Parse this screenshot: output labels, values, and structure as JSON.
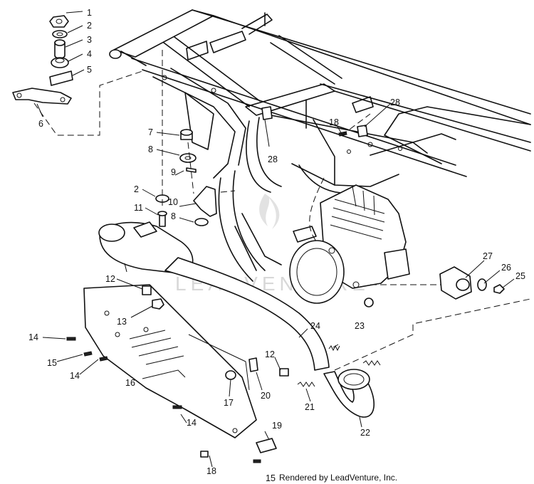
{
  "diagram": {
    "watermark": "LEADVENTURE",
    "credit": "Rendered by LeadVenture, Inc.",
    "callouts": [
      {
        "id": "c1",
        "label": "1"
      },
      {
        "id": "c2",
        "label": "2"
      },
      {
        "id": "c3",
        "label": "3"
      },
      {
        "id": "c4",
        "label": "4"
      },
      {
        "id": "c5",
        "label": "5"
      },
      {
        "id": "c6",
        "label": "6"
      },
      {
        "id": "c7",
        "label": "7"
      },
      {
        "id": "c8a",
        "label": "8"
      },
      {
        "id": "c9",
        "label": "9"
      },
      {
        "id": "c2b",
        "label": "2"
      },
      {
        "id": "c10",
        "label": "10"
      },
      {
        "id": "c11",
        "label": "11"
      },
      {
        "id": "c8b",
        "label": "8"
      },
      {
        "id": "c12a",
        "label": "12"
      },
      {
        "id": "c13",
        "label": "13"
      },
      {
        "id": "c14a",
        "label": "14"
      },
      {
        "id": "c15a",
        "label": "15"
      },
      {
        "id": "c14b",
        "label": "14"
      },
      {
        "id": "c16",
        "label": "16"
      },
      {
        "id": "c17",
        "label": "17"
      },
      {
        "id": "c14c",
        "label": "14"
      },
      {
        "id": "c12b",
        "label": "12"
      },
      {
        "id": "c20",
        "label": "20"
      },
      {
        "id": "c21",
        "label": "21"
      },
      {
        "id": "c22",
        "label": "22"
      },
      {
        "id": "c23",
        "label": "23"
      },
      {
        "id": "c24",
        "label": "24"
      },
      {
        "id": "c19",
        "label": "19"
      },
      {
        "id": "c18a",
        "label": "18"
      },
      {
        "id": "c15b",
        "label": "15"
      },
      {
        "id": "c18b",
        "label": "18"
      },
      {
        "id": "c28a",
        "label": "28"
      },
      {
        "id": "c28b",
        "label": "28"
      },
      {
        "id": "c27",
        "label": "27"
      },
      {
        "id": "c26",
        "label": "26"
      },
      {
        "id": "c25",
        "label": "25"
      }
    ]
  }
}
